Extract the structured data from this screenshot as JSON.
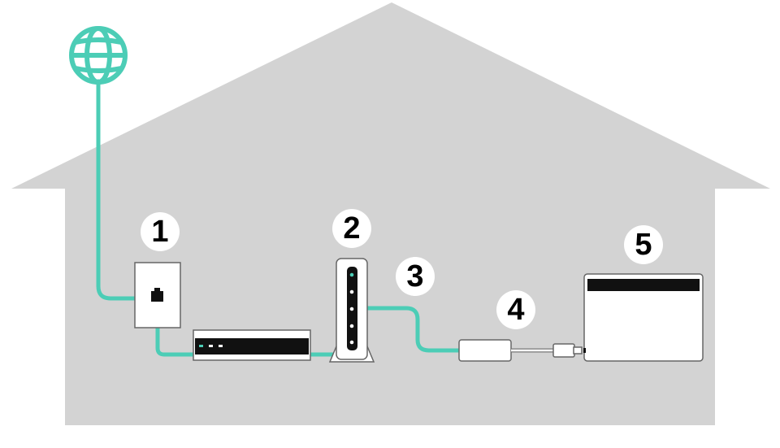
{
  "colors": {
    "house": "#d3d3d3",
    "cable": "#4ccdb6",
    "badge_fill": "#ffffff",
    "device_fill": "#ffffff",
    "device_stroke": "#555555",
    "dark": "#111111"
  },
  "icons": {
    "internet": "globe-icon"
  },
  "steps": [
    {
      "number": "1"
    },
    {
      "number": "2"
    },
    {
      "number": "3"
    },
    {
      "number": "4"
    },
    {
      "number": "5"
    }
  ]
}
